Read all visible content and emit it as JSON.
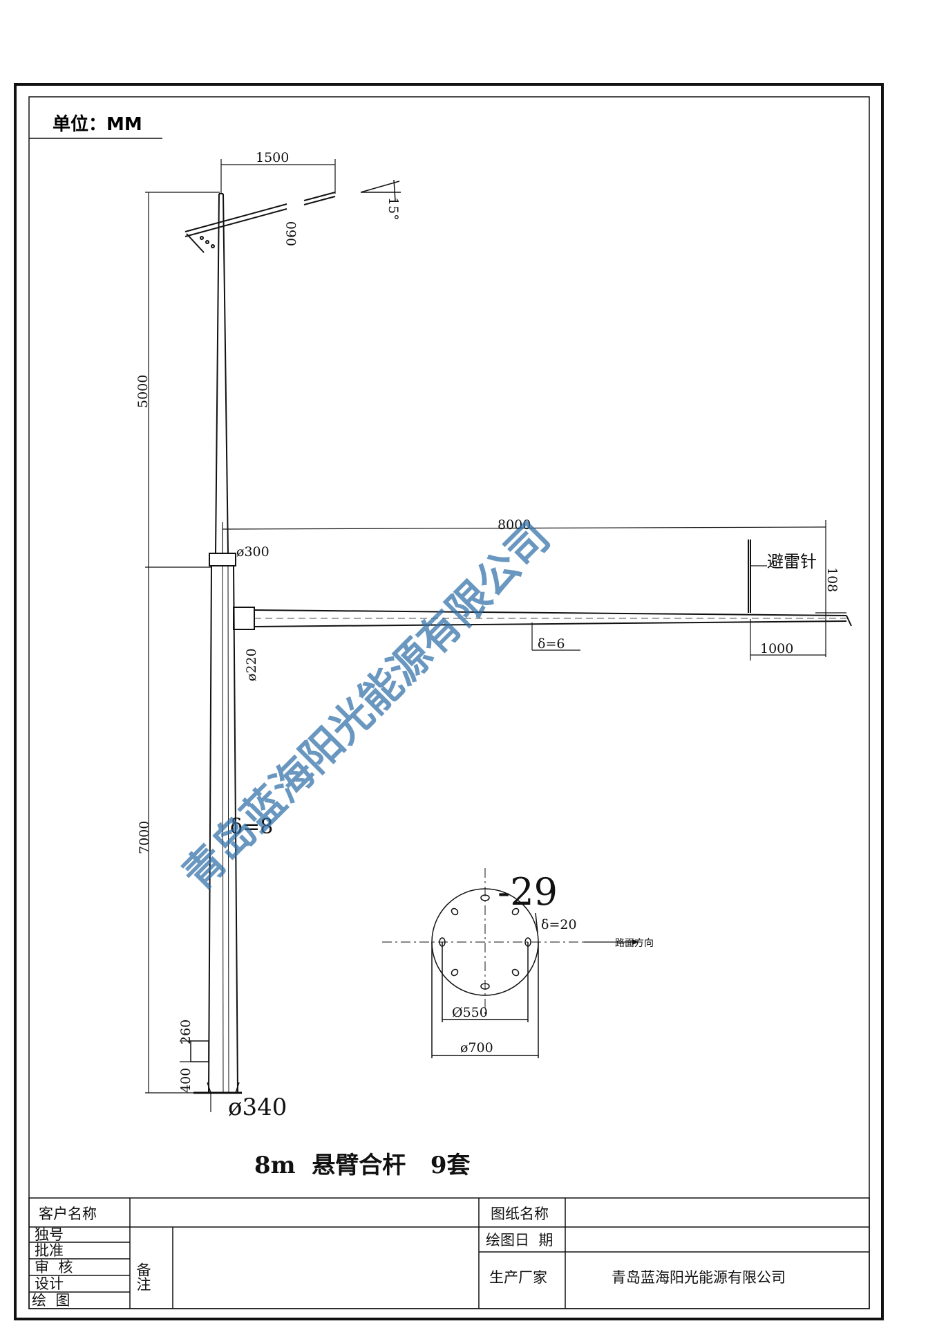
{
  "unit_label": "单位：MM",
  "title": "8m  悬臂合杆   9套",
  "watermark": "青岛蓝海阳光能源有限公司",
  "dimensions": {
    "lamp_arm_length": "1500",
    "lamp_tilt_angle": "15°",
    "lamp_arm_diameter": "060",
    "upper_pole_height": "5000",
    "cantilever_length": "8000",
    "pole_top_diameter": "ø300",
    "lightning_rod_label": "避雷针",
    "lightning_rod_height": "108",
    "cantilever_thickness": "δ=6",
    "arm_base_diameter": "ø220",
    "arm_tip_length": "1000",
    "pole_thickness": "δ=8",
    "lower_pole_height": "7000",
    "door_height": "260",
    "door_offset": "400",
    "base_diameter": "ø340"
  },
  "flange": {
    "bolt_label": "-29",
    "plate_thickness": "δ=20",
    "road_direction": "路面方向",
    "bolt_circle_diameter": "Ø550",
    "plate_diameter": "ø700"
  },
  "title_block": {
    "customer_name_label": "客户名称",
    "customer_name_value": "",
    "drawing_name_label": "图纸名称",
    "drawing_name_value": "",
    "draw_date_label": "绘图日  期",
    "draw_date_value": "",
    "manufacturer_label": "生产厂家",
    "manufacturer_value": "青岛蓝海阳光能源有限公司",
    "remarks_label": "备注",
    "roles": [
      "独号",
      "批准",
      "审  核",
      "设计",
      "绘  图"
    ]
  }
}
